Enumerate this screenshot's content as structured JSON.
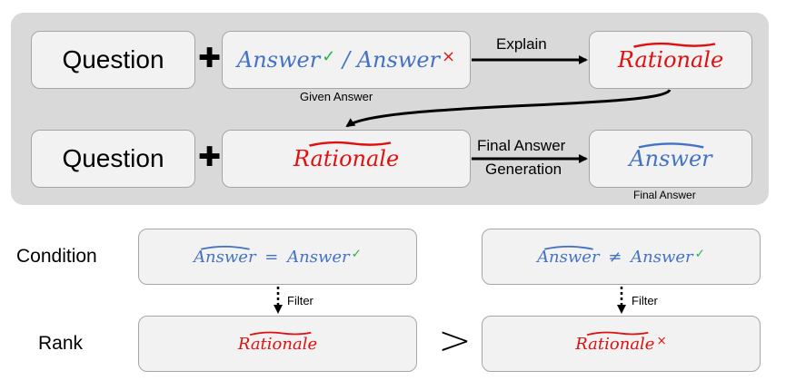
{
  "top": {
    "row1": {
      "question": "Question",
      "answer_a": "Answer",
      "answer_a_mark": "✓",
      "slash": "/",
      "answer_b": "Answer",
      "answer_b_mark": "×",
      "given_answer_label": "Given Answer",
      "explain_label": "Explain",
      "rationale": "Rationale"
    },
    "row2": {
      "question": "Question",
      "rationale": "Rationale",
      "final_gen_line1": "Final Answer",
      "final_gen_line2": "Generation",
      "answer_hat": "Answer",
      "final_answer_label": "Final Answer"
    }
  },
  "bottom": {
    "condition_label": "Condition",
    "rank_label": "Rank",
    "left": {
      "cond_lhs": "Answer",
      "cond_op": "=",
      "cond_rhs": "Answer",
      "cond_mark": "✓",
      "filter_label": "Filter",
      "rank_text": "Rationale"
    },
    "right": {
      "cond_lhs": "Answer",
      "cond_op": "≠",
      "cond_rhs": "Answer",
      "cond_mark": "✓",
      "filter_label": "Filter",
      "rank_text": "Rationale",
      "rank_mark": "×"
    },
    "compare_symbol": ">"
  },
  "colors": {
    "blue": "#4472c4",
    "red": "#e01010",
    "green": "#2bb24c",
    "panel": "#d9d9d9",
    "box": "#f2f2f2"
  }
}
